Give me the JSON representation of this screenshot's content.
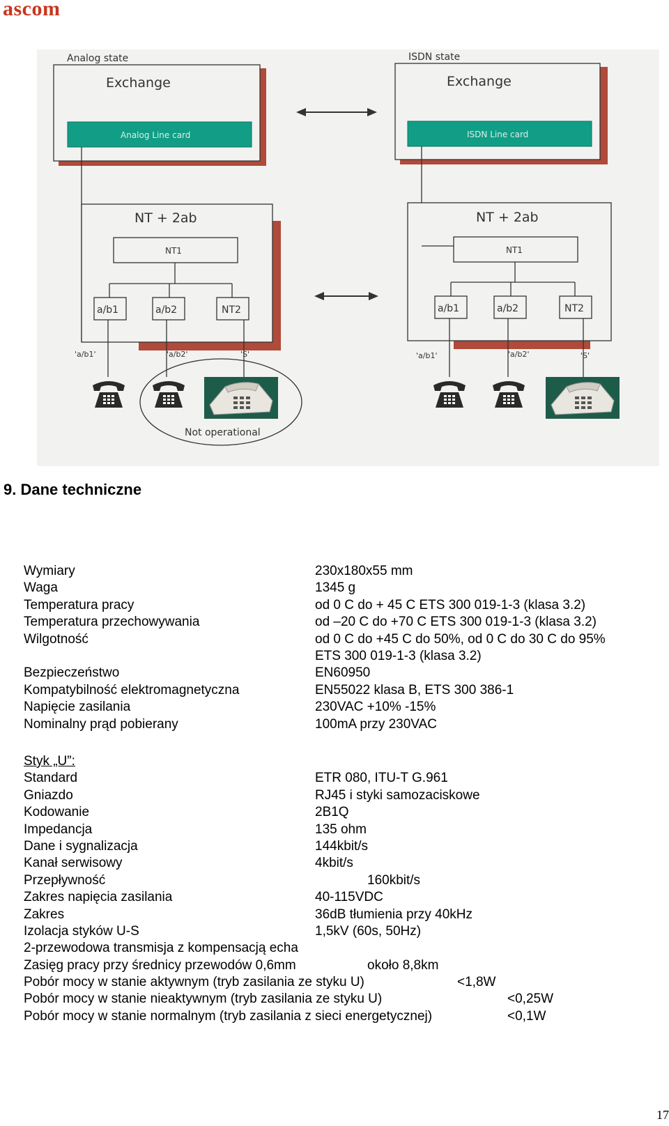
{
  "header": {
    "logo": "ascom"
  },
  "diagram": {
    "analog": {
      "state_label": "Analog state",
      "exchange": "Exchange",
      "line_card": "Analog Line card",
      "nt_box": "NT + 2ab",
      "nt1": "NT1",
      "ports": [
        "a/b1",
        "a/b2",
        "NT2"
      ],
      "port_tags": [
        "'a/b1'",
        "'a/b2'",
        "'S'"
      ],
      "not_operational": "Not operational"
    },
    "isdn": {
      "state_label": "ISDN state",
      "exchange": "Exchange",
      "line_card": "ISDN Line card",
      "nt_box": "NT + 2ab",
      "nt1": "NT1",
      "ports": [
        "a/b1",
        "a/b2",
        "NT2"
      ],
      "port_tags": [
        "'a/b1'",
        "'a/b2'",
        "'S'"
      ]
    },
    "colors": {
      "line_card": "#129e86",
      "shadow": "#b04a3a"
    }
  },
  "section": {
    "title": "9.  Dane  techniczne"
  },
  "specs": [
    {
      "label": "Wymiary",
      "value": "230x180x55 mm"
    },
    {
      "label": "Waga",
      "value": "1345 g"
    },
    {
      "label": "Temperatura pracy",
      "value": "od 0 C do + 45 C ETS 300 019-1-3 (klasa 3.2)"
    },
    {
      "label": "Temperatura przechowywania",
      "value": "od –20 C do +70 C ETS 300 019-1-3 (klasa 3.2)"
    },
    {
      "label": "Wilgotność",
      "value": "od 0 C do +45 C do 50%, od 0 C do 30 C do 95%",
      "value2": "ETS 300 019-1-3 (klasa 3.2)"
    },
    {
      "label": "Bezpieczeństwo",
      "value": "EN60950"
    },
    {
      "label": "Kompatybilność elektromagnetyczna",
      "value": "EN55022 klasa B, ETS 300 386-1"
    },
    {
      "label": "Napięcie zasilania",
      "value": "230VAC +10% -15%"
    },
    {
      "label": "Nominalny prąd pobierany",
      "value": "100mA przy 230VAC"
    }
  ],
  "u_interface": {
    "heading": "Styk „U”:",
    "rows": [
      {
        "label": "Standard",
        "value": "ETR 080, ITU-T G.961"
      },
      {
        "label": "Gniazdo",
        "value": "RJ45 i styki samozaciskowe"
      },
      {
        "label": "Kodowanie",
        "value": "2B1Q"
      },
      {
        "label": "Impedancja",
        "value": "135 ohm"
      },
      {
        "label": "Dane i sygnalizacja",
        "value": "144kbit/s"
      },
      {
        "label": "Kanał serwisowy",
        "value": "4kbit/s"
      },
      {
        "label": "Przepływność",
        "value": "160kbit/s"
      },
      {
        "label": "Zakres napięcia zasilania",
        "value": "40-115VDC"
      },
      {
        "label": "Zakres",
        "value": "36dB tłumienia przy 40kHz"
      },
      {
        "label": "Izolacja styków U-S",
        "value": "1,5kV (60s, 50Hz)"
      },
      {
        "label": "2-przewodowa transmisja z kompensacją echa"
      },
      {
        "label": "Zasięg pracy przy średnicy przewodów 0,6mm",
        "value": "około 8,8km"
      },
      {
        "label": "Pobór mocy w stanie aktywnym (tryb zasilania ze styku U)",
        "value": "<1,8W"
      },
      {
        "label": "Pobór mocy w stanie nieaktywnym (tryb zasilania ze styku U)",
        "value": "<0,25W"
      },
      {
        "label": "Pobór mocy w stanie normalnym (tryb zasilania z sieci energetycznej)",
        "value": "<0,1W"
      }
    ]
  },
  "footer": {
    "page_number": "17"
  }
}
